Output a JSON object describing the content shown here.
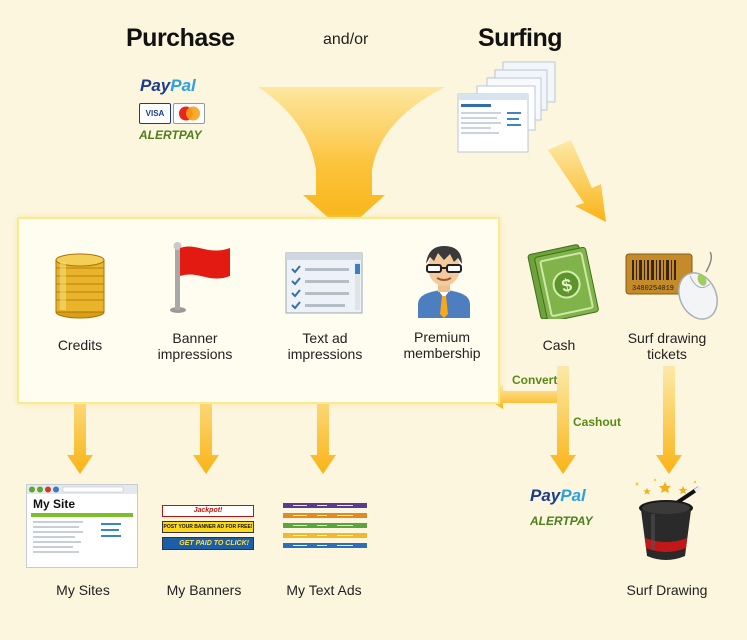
{
  "headings": {
    "purchase": "Purchase",
    "andor": "and/or",
    "surfing": "Surfing"
  },
  "payment": {
    "paypal_pay": "Pay",
    "paypal_pal": "Pal",
    "visa": "VISA",
    "mastercard": "MasterCard",
    "alertpay": "ALERTPAY"
  },
  "items": {
    "credits": "Credits",
    "banner": "Banner impressions",
    "textad": "Text ad impressions",
    "premium": "Premium membership",
    "cash": "Cash",
    "tickets": "Surf drawing tickets"
  },
  "flow": {
    "convert": "Convert",
    "cashout": "Cashout"
  },
  "outputs": {
    "sites": "My Sites",
    "banners": "My Banners",
    "textads": "My Text Ads",
    "drawing": "Surf Drawing"
  },
  "mysite_title": "My Site",
  "banner_texts": [
    "Jackpot!",
    "POST YOUR BANNER AD FOR FREE!",
    "GET PAID TO CLICK!"
  ],
  "ticket_number": "3480254019",
  "colors": {
    "arrow": "#fbbd1f",
    "background": "#fdf6de",
    "highlight_border": "#f7ea95",
    "green_text": "#5a8a16"
  }
}
